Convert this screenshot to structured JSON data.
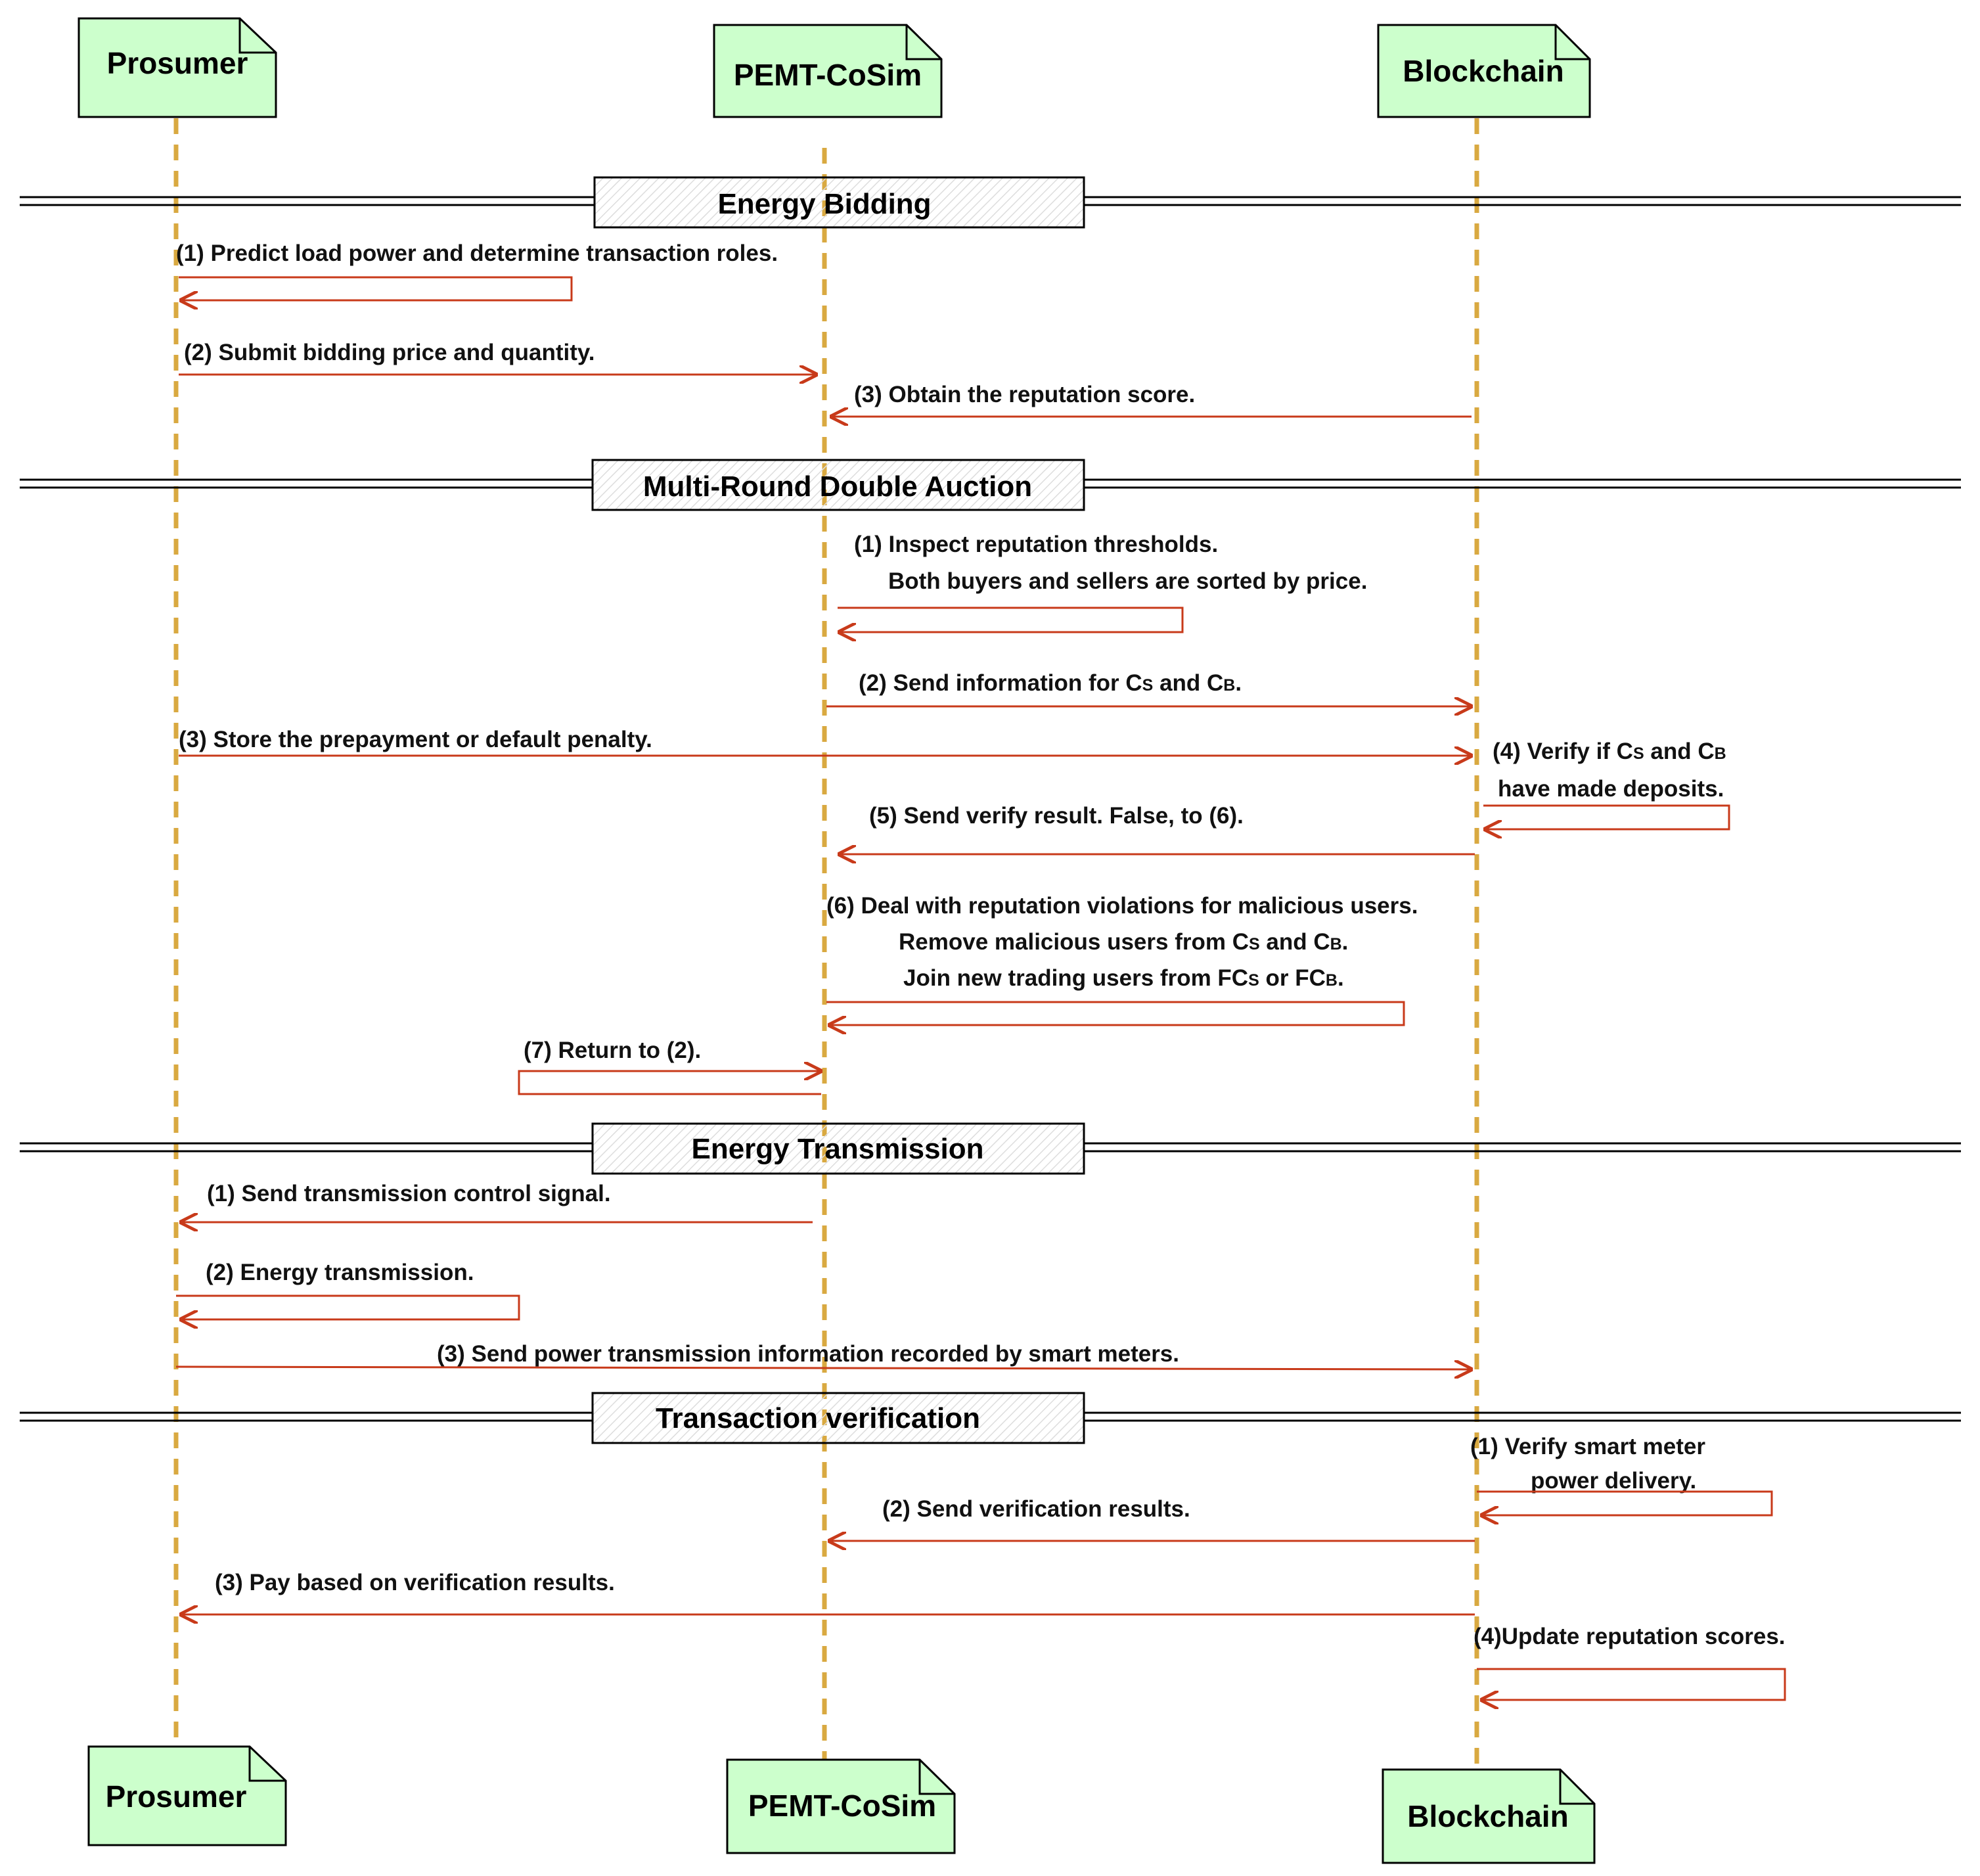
{
  "actors": [
    {
      "id": "prosumer",
      "label": "Prosumer"
    },
    {
      "id": "pemt",
      "label": "PEMT-CoSim"
    },
    {
      "id": "blockchain",
      "label": "Blockchain"
    }
  ],
  "phases": {
    "energy_bidding": "Energy Bidding",
    "double_auction": "Multi-Round Double Auction",
    "energy_transmission": "Energy Transmission",
    "transaction_verification": "Transaction verification"
  },
  "messages": {
    "eb1": "(1)  Predict load power and determine transaction roles.",
    "eb2": "(2)  Submit bidding price and quantity.",
    "eb3": "(3)  Obtain the reputation score.",
    "da1_line1": "(1)  Inspect reputation thresholds.",
    "da1_line2": "Both buyers and sellers are sorted by price.",
    "da2_text": "(2)  Send information for C",
    "da2_sub1": "S",
    "da2_mid": " and C",
    "da2_sub2": "B",
    "da2_end": ".",
    "da3": "(3)  Store the prepayment or default penalty.",
    "da4_line1_a": "(4)  Verify if C",
    "da4_line1_s": "S",
    "da4_line1_b": " and C",
    "da4_line1_bs": "B",
    "da4_line2": "have made deposits.",
    "da5": "(5)  Send verify result. False, to (6).",
    "da6_line1": "(6)  Deal with reputation violations for malicious users.",
    "da6_line2_a": "Remove malicious users from C",
    "da6_line2_s": "S",
    "da6_line2_b": " and C",
    "da6_line2_bs": "B",
    "da6_line2_end": ".",
    "da6_line3_a": "Join new trading users from FC",
    "da6_line3_s": "S",
    "da6_line3_b": " or FC",
    "da6_line3_bs": "B",
    "da6_line3_end": ".",
    "da7": "(7)  Return to (2).",
    "et1": "(1)  Send transmission control signal.",
    "et2": "(2)  Energy transmission.",
    "et3": "(3)  Send power transmission information recorded by smart meters.",
    "tv1_line1": "(1)  Verify smart meter",
    "tv1_line2": "power delivery.",
    "tv2": "(2)  Send verification results.",
    "tv3": "(3)  Pay based on verification results.",
    "tv4": "(4)Update reputation scores."
  },
  "colors": {
    "actor_fill": "#ccffcc",
    "lifeline": "#d9a941",
    "arrow": "#c83a1a"
  }
}
